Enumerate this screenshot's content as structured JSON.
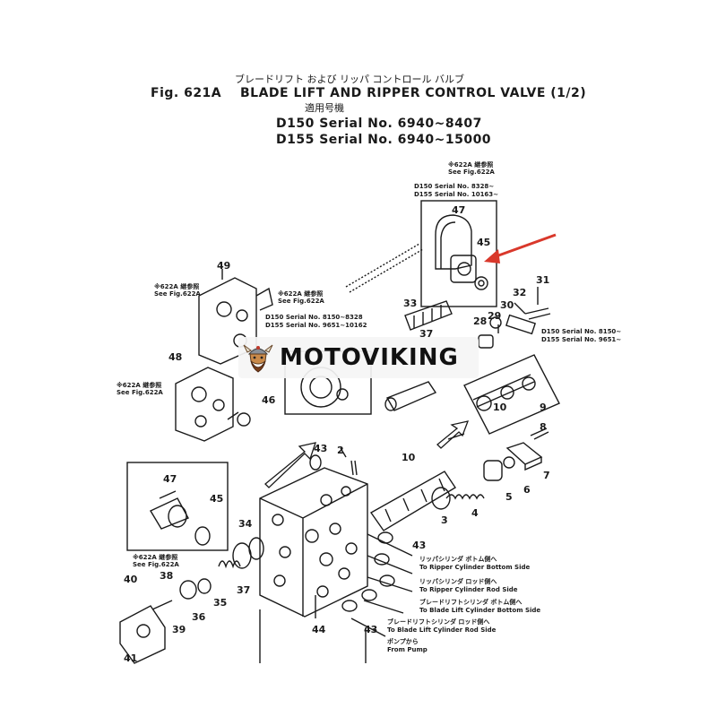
{
  "header": {
    "jp_title": "ブレードリフト および リッパ コントロール バルブ",
    "fig": "Fig. 621A",
    "title": "BLADE LIFT AND RIPPER CONTROL VALVE (1/2)",
    "applies_jp": "適用号機",
    "serial_d150": "D150 Serial No. 6940~8407",
    "serial_d155": "D155 Serial No. 6940~15000"
  },
  "refs": {
    "top_jp": "※622A 継参照",
    "top_see": "See Fig.622A",
    "top_serial1": "D150 Serial No. 8328~",
    "top_serial2": "D155 Serial No. 10163~",
    "left49_jp": "※622A 継参照",
    "left49_see": "See Fig.622A",
    "mid_jp": "※622A 継参照",
    "mid_see": "See Fig.622A",
    "mid_serial1": "D150 Serial No. 8150~8328",
    "mid_serial2": "D155 Serial No. 9651~10162",
    "left48_jp": "※622A 継参照",
    "left48_see": "See Fig.622A",
    "right_serial1": "D150 Serial No. 8150~",
    "right_serial2": "D155 Serial No. 9651~",
    "box47_jp": "※622A 継参照",
    "box47_see": "See Fig.622A"
  },
  "ports": [
    {
      "jp": "リッパシリンダ ボトム側へ",
      "en": "To Ripper Cylinder Bottom Side"
    },
    {
      "jp": "リッパシリンダ ロッド側へ",
      "en": "To Ripper Cylinder Rod Side"
    },
    {
      "jp": "ブレードリフトシリンダ ボトム側へ",
      "en": "To Blade Lift Cylinder Bottom Side"
    },
    {
      "jp": "ブレードリフトシリンダ ロッド側へ",
      "en": "To Blade Lift Cylinder Rod Side"
    },
    {
      "jp": "ポンプから",
      "en": "From Pump"
    }
  ],
  "part_numbers": {
    "p47_top": "47",
    "p45_top": "45",
    "p49": "49",
    "p33": "33",
    "p28": "28",
    "p29": "29",
    "p30": "30",
    "p32": "32",
    "p31": "31",
    "p37_top": "37",
    "p48_left": "48",
    "p46": "46",
    "p10_right": "10",
    "p9": "9",
    "p8": "8",
    "p7": "7",
    "p6": "6",
    "p5": "5",
    "p4": "4",
    "p3": "3",
    "p10_mid": "10",
    "p43_a": "43",
    "p2": "2",
    "p47_box": "47",
    "p45_box": "45",
    "p34": "34",
    "p43_b": "43",
    "p37": "37",
    "p38": "38",
    "p40": "40",
    "p36": "36",
    "p35": "35",
    "p39": "39",
    "p44": "44",
    "p43_c": "43",
    "p41": "41"
  },
  "watermark": {
    "brand": "MOTOVIKING"
  },
  "colors": {
    "ink": "#1a1a1a",
    "arrow": "#d9382b",
    "watermark_bg": "#f5f5f5"
  }
}
